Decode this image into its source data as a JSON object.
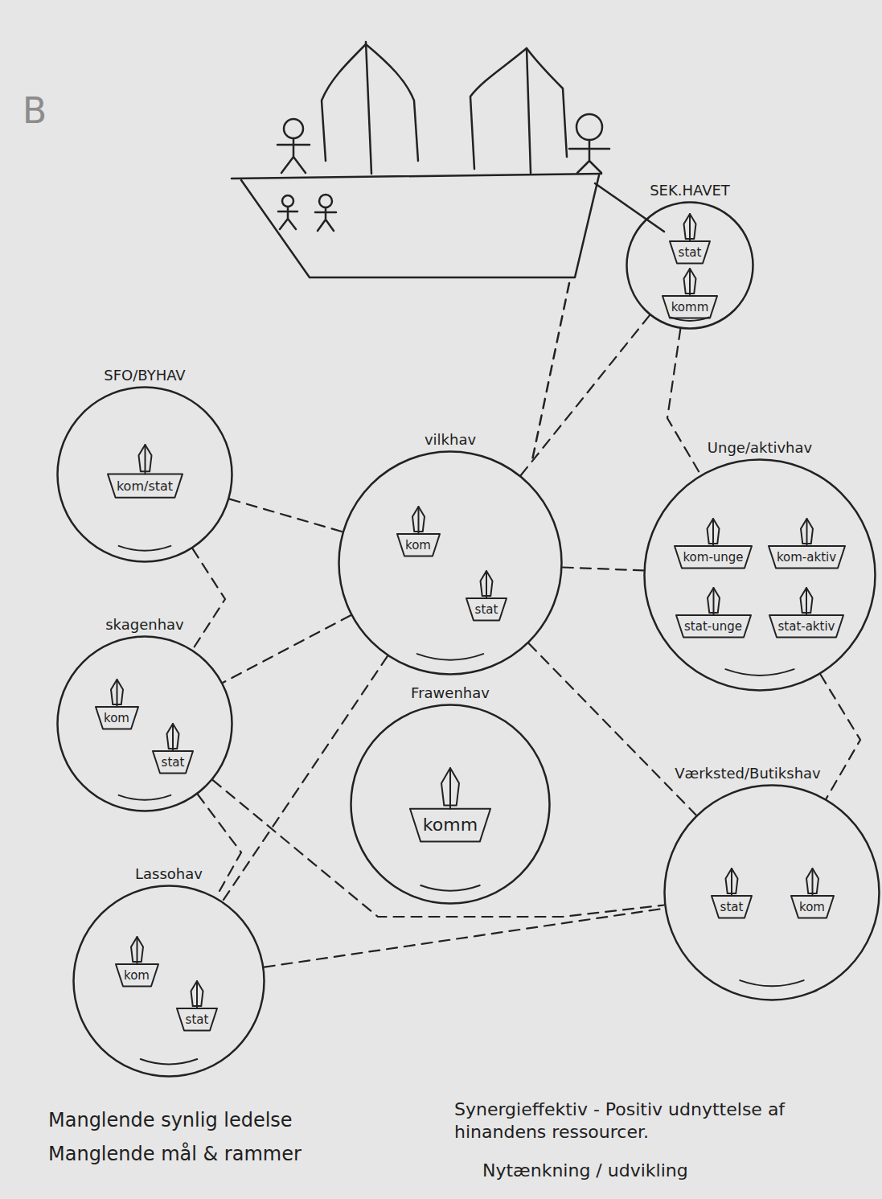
{
  "diagram": {
    "nodes": [
      {
        "text": [
          "SEK.HAVET"
        ]
      },
      {
        "text": [
          "stat"
        ],
        "in": 0
      },
      {
        "text": [
          "komm"
        ],
        "in": 0
      },
      {
        "text": [
          "SFO/BYHAV"
        ]
      },
      {
        "text": [
          "kom/stat"
        ],
        "in": 3
      },
      {
        "text": [
          "vilkhav"
        ]
      },
      {
        "text": [
          "kom"
        ],
        "in": 5
      },
      {
        "text": [
          "stat"
        ],
        "in": 5
      },
      {
        "text": [
          "Unge/aktivhav"
        ]
      },
      {
        "text": [
          "kom-unge"
        ],
        "in": 8
      },
      {
        "text": [
          "kom-aktiv"
        ],
        "in": 8
      },
      {
        "text": [
          "stat-unge"
        ],
        "in": 8
      },
      {
        "text": [
          "stat-aktiv"
        ],
        "in": 8
      },
      {
        "text": [
          "skagenhav"
        ]
      },
      {
        "text": [
          "kom"
        ],
        "in": 13
      },
      {
        "text": [
          "stat"
        ],
        "in": 13
      },
      {
        "text": [
          "Frawenhav"
        ]
      },
      {
        "text": [
          "komm"
        ],
        "in": 16
      },
      {
        "text": [
          "Værksted/Butikshav"
        ]
      },
      {
        "text": [
          "stat"
        ],
        "in": 18
      },
      {
        "text": [
          "kom"
        ],
        "in": 18
      },
      {
        "text": [
          "Lassohav"
        ]
      },
      {
        "text": [
          "kom"
        ],
        "in": 21
      },
      {
        "text": [
          "stat"
        ],
        "in": 21
      }
    ],
    "edges": [
      {
        "from": 3,
        "to": 5,
        "arrow": "none"
      },
      {
        "from": 3,
        "to": 13,
        "arrow": "none"
      },
      {
        "from": 5,
        "to": 13,
        "arrow": "none"
      },
      {
        "from": 5,
        "to": 8,
        "arrow": "none"
      },
      {
        "from": 5,
        "to": 0,
        "arrow": "none"
      },
      {
        "from": 0,
        "to": 8,
        "arrow": "none"
      },
      {
        "from": 5,
        "to": 18,
        "arrow": "none"
      },
      {
        "from": 8,
        "to": 18,
        "arrow": "none"
      },
      {
        "from": 5,
        "to": 21,
        "arrow": "none"
      },
      {
        "from": 13,
        "to": 21,
        "arrow": "none"
      },
      {
        "from": 13,
        "to": 18,
        "arrow": "none"
      },
      {
        "from": 21,
        "to": 18,
        "arrow": "none"
      }
    ],
    "labels": [
      "B",
      "Manglende synlig ledelse",
      "Manglende mål & rammer",
      "Synergieffektiv - Positiv udnyttelse af hinandens ressourcer.",
      "Nytænkning / udvikling"
    ]
  }
}
